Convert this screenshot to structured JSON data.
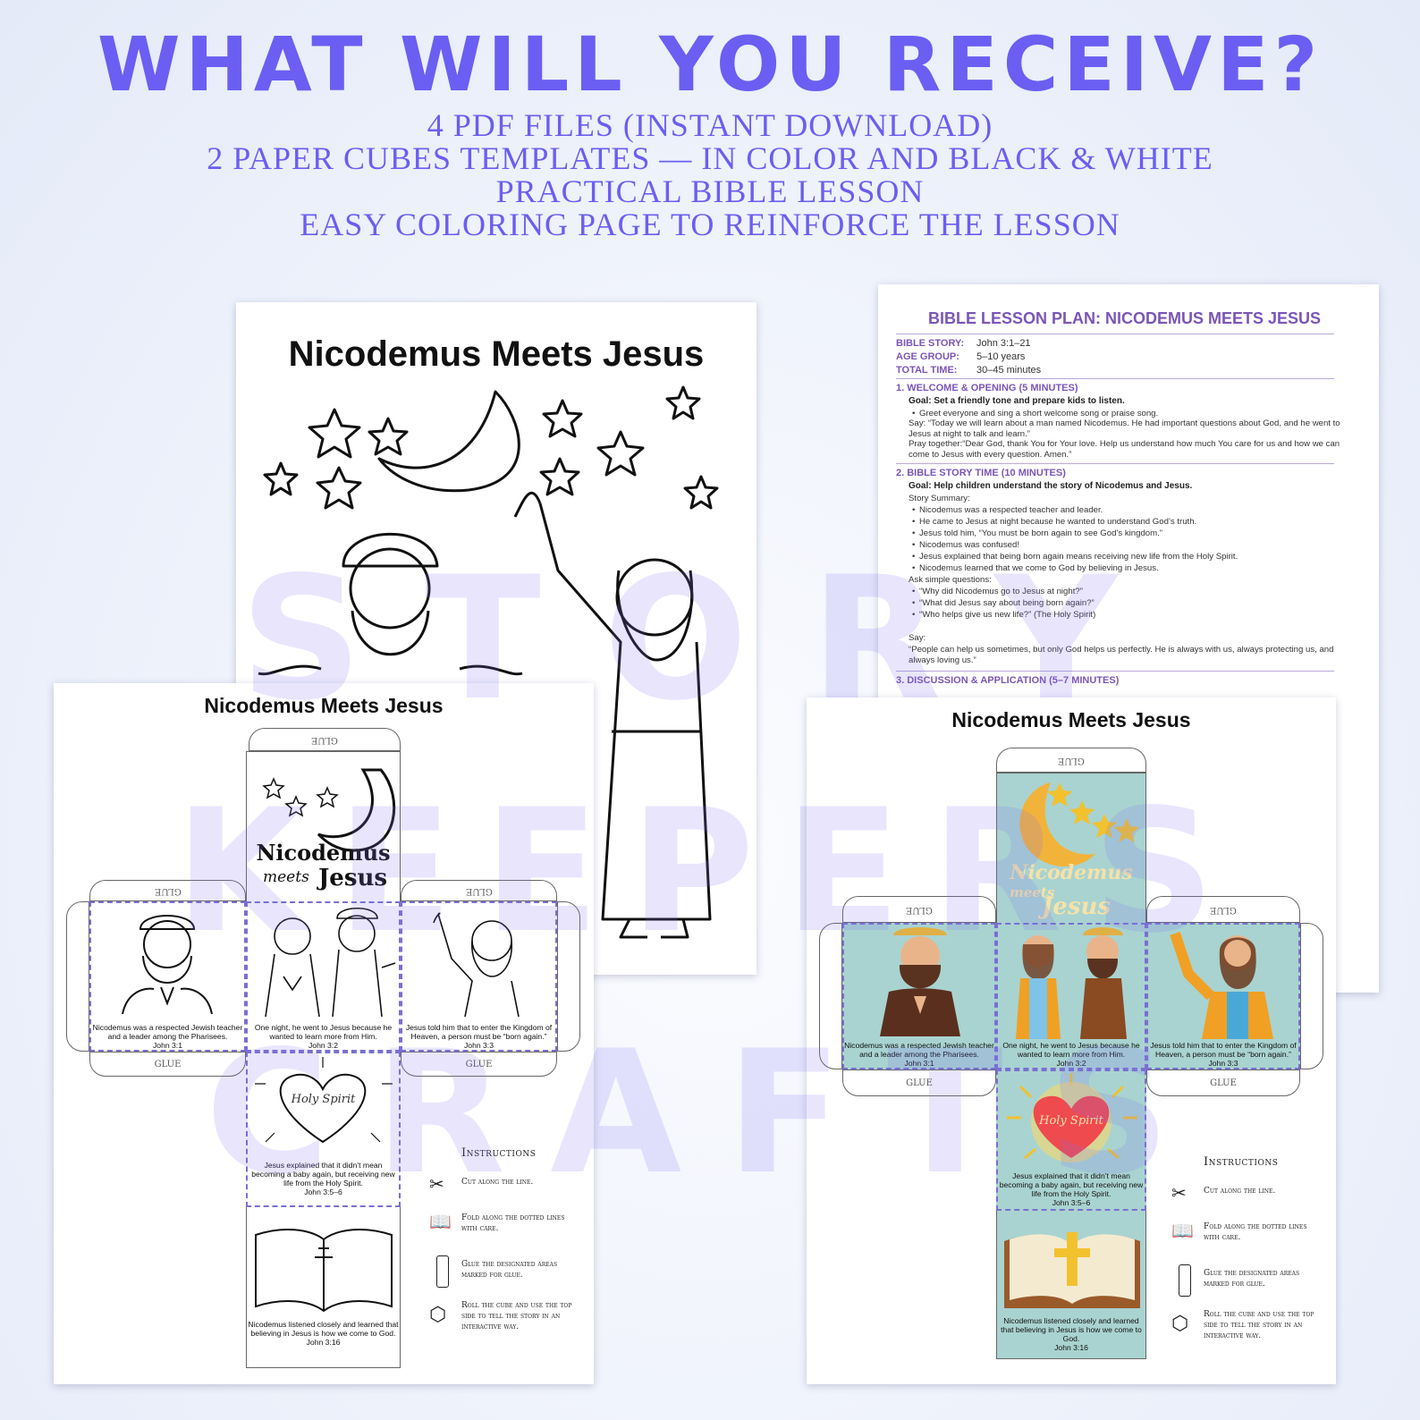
{
  "header": {
    "headline": "WHAT WILL YOU RECEIVE?",
    "lines": [
      "4 PDF FILES (INSTANT DOWNLOAD)",
      "2 PAPER CUBES TEMPLATES — IN COLOR AND BLACK & WHITE",
      "PRACTICAL BIBLE LESSON",
      "EASY COLORING PAGE TO REINFORCE THE LESSON"
    ]
  },
  "coloring_page": {
    "title": "Nicodemus Meets Jesus"
  },
  "lesson_plan": {
    "title": "BIBLE LESSON PLAN: NICODEMUS MEETS JESUS",
    "meta": [
      {
        "label": "BIBLE STORY:",
        "value": "John 3:1–21"
      },
      {
        "label": "AGE GROUP:",
        "value": "5–10 years"
      },
      {
        "label": "TOTAL TIME:",
        "value": "30–45 minutes"
      }
    ],
    "section1": {
      "heading": "1. WELCOME & OPENING (5 MINUTES)",
      "goal": "Goal: Set a friendly tone and prepare kids to listen.",
      "bullet": "Greet everyone and sing a short welcome song or praise song.",
      "say": "Say: “Today we will learn about a man named Nicodemus. He had important questions about God, and he went to Jesus at night to talk and learn.”",
      "pray": "Pray together:“Dear God, thank You for Your love. Help us understand how much You care for us and how we can come to Jesus with every question. Amen.”"
    },
    "section2": {
      "heading": "2. BIBLE STORY TIME (10 MINUTES)",
      "goal": "Goal: Help children understand the story of Nicodemus and Jesus.",
      "summary_label": "Story Summary:",
      "summary": [
        "Nicodemus was a respected teacher and leader.",
        "He came to Jesus at night because he wanted to understand God’s truth.",
        "Jesus told him, “You must be born again to see God’s kingdom.”",
        "Nicodemus was confused!",
        "Jesus explained that being born again means receiving new life from the Holy Spirit.",
        "Nicodemus learned that we come to God by believing in Jesus."
      ],
      "ask_label": "Ask simple questions:",
      "questions": [
        "“Why did Nicodemus go to Jesus at night?”",
        "“What did Jesus say about being born again?”",
        "“Who helps give us new life?” (The Holy Spirit)"
      ],
      "say_label": "Say:",
      "say": "“People can help us sometimes, but only God helps us perfectly. He is always with us, always protecting us, and always loving us.”"
    },
    "section3": {
      "heading": "3. DISCUSSION & APPLICATION (5–7 MINUTES)"
    }
  },
  "cube": {
    "title": "Nicodemus Meets Jesus",
    "glue": "GLUE",
    "top_text": {
      "l1": "Nicodemus",
      "l2": "meets",
      "l3": "Jesus"
    },
    "captions": {
      "left": {
        "text": "Nicodemus was a respected Jewish teacher and a leader among the Pharisees.",
        "ref": "John 3:1"
      },
      "center": {
        "text": "One night, he went to Jesus because he wanted to learn more from Him.",
        "ref": "John 3:2"
      },
      "right": {
        "text": "Jesus told him that to enter the Kingdom of Heaven, a person must be “born again.”",
        "ref": "John 3:3"
      },
      "spirit": {
        "text": "Jesus explained that it didn’t mean becoming a baby again, but receiving new life from the Holy Spirit.",
        "ref": "John 3:5–6"
      },
      "bible": {
        "text": "Nicodemus listened closely and learned that believing in Jesus is how we come to God.",
        "ref": "John 3:16"
      }
    },
    "heart_label": "Holy Spirit",
    "instructions": {
      "heading": "Instructions",
      "steps": [
        "Cut along the line.",
        "Fold along the dotted lines with care.",
        "Glue the designated areas marked for glue.",
        "Roll the cube and use the top side to tell the story in an interactive way."
      ],
      "icons": [
        "scissors-icon",
        "fold-icon",
        "glue-stick-icon",
        "cube-icon"
      ]
    }
  },
  "watermark": [
    "STORY",
    "KEEPERS",
    "CRAFTS"
  ],
  "colors": {
    "accent": "#6b5ef2",
    "lesson": "#7b55b8",
    "cube_bg": "#a9d3d0",
    "dash": "#7a6fd0"
  }
}
